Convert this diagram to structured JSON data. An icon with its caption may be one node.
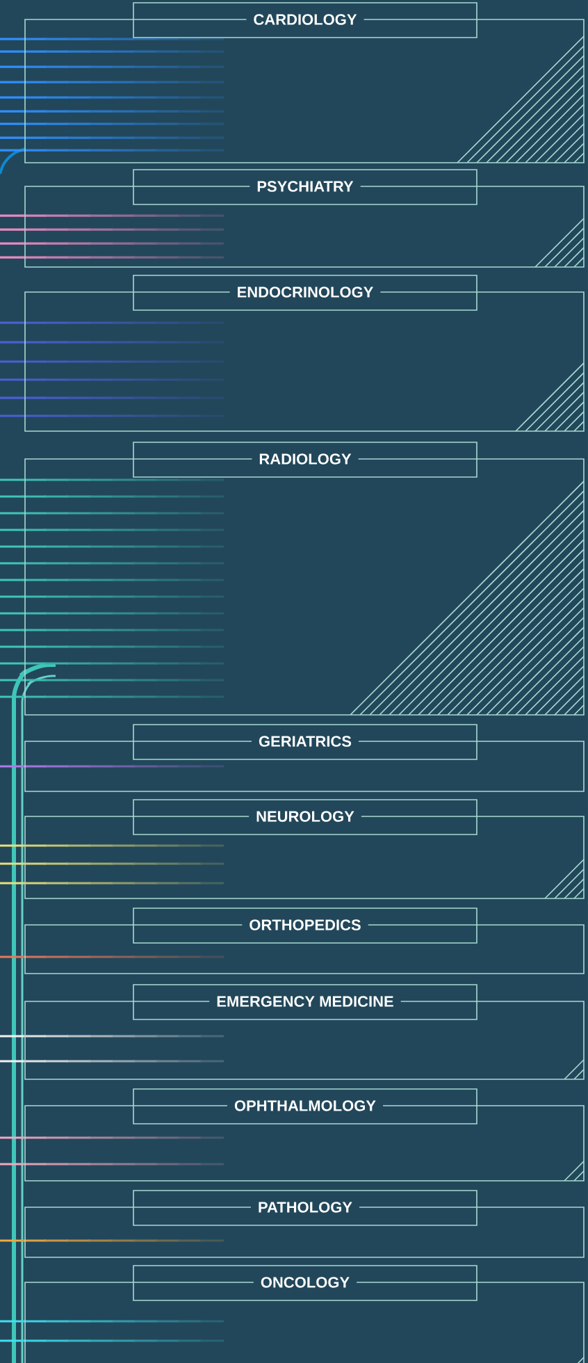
{
  "diagram": {
    "nodes": [
      {
        "text": [
          "CARDIOLOGY"
        ]
      },
      {
        "text": [
          "PSYCHIATRY"
        ]
      },
      {
        "text": [
          "ENDOCRINOLOGY"
        ]
      },
      {
        "text": [
          "RADIOLOGY"
        ]
      },
      {
        "text": [
          "GERIATRICS"
        ]
      },
      {
        "text": [
          "NEUROLOGY"
        ]
      },
      {
        "text": [
          "ORTHOPEDICS"
        ]
      },
      {
        "text": [
          "EMERGENCY MEDICINE"
        ]
      },
      {
        "text": [
          "OPHTHALMOLOGY"
        ]
      },
      {
        "text": [
          "PATHOLOGY"
        ]
      },
      {
        "text": [
          "ONCOLOGY"
        ]
      }
    ]
  }
}
